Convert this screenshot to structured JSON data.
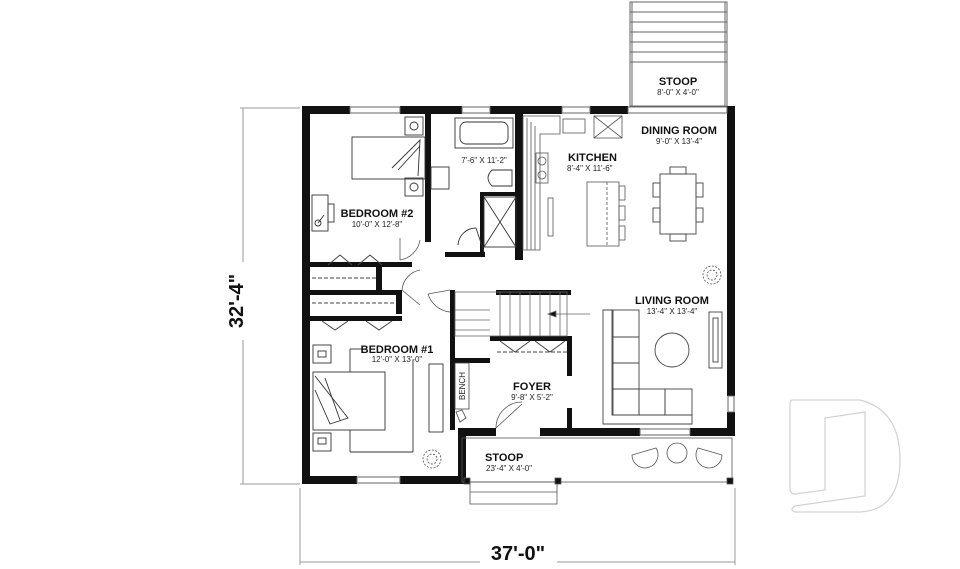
{
  "plan": {
    "overall_width": "37'-0\"",
    "overall_depth": "32'-4\"",
    "rooms": [
      {
        "id": "stoop_rear",
        "name": "STOOP",
        "size": "8'-0\" X 4'-0\""
      },
      {
        "id": "dining",
        "name": "DINING ROOM",
        "size": "9'-0\" X 13'-4\""
      },
      {
        "id": "kitchen",
        "name": "KITCHEN",
        "size": "8'-4\" X 11'-6\""
      },
      {
        "id": "bath",
        "name": "",
        "size": "7'-6\" X 11'-2\""
      },
      {
        "id": "bedroom2",
        "name": "BEDROOM #2",
        "size": "10'-0\" X 12'-8\""
      },
      {
        "id": "living",
        "name": "LIVING ROOM",
        "size": "13'-4\" X 13'-4\""
      },
      {
        "id": "bedroom1",
        "name": "BEDROOM #1",
        "size": "12'-0\" X 13'-0\""
      },
      {
        "id": "foyer",
        "name": "FOYER",
        "size": "9'-8\" X 5'-2\""
      },
      {
        "id": "stoop_front",
        "name": "STOOP",
        "size": "23'-4\" X 4'-0\""
      }
    ],
    "bench_label": "BENCH",
    "colors": {
      "wall": "#111111",
      "line": "#555555",
      "light": "#999999",
      "watermark": "#d0d0d0"
    }
  }
}
